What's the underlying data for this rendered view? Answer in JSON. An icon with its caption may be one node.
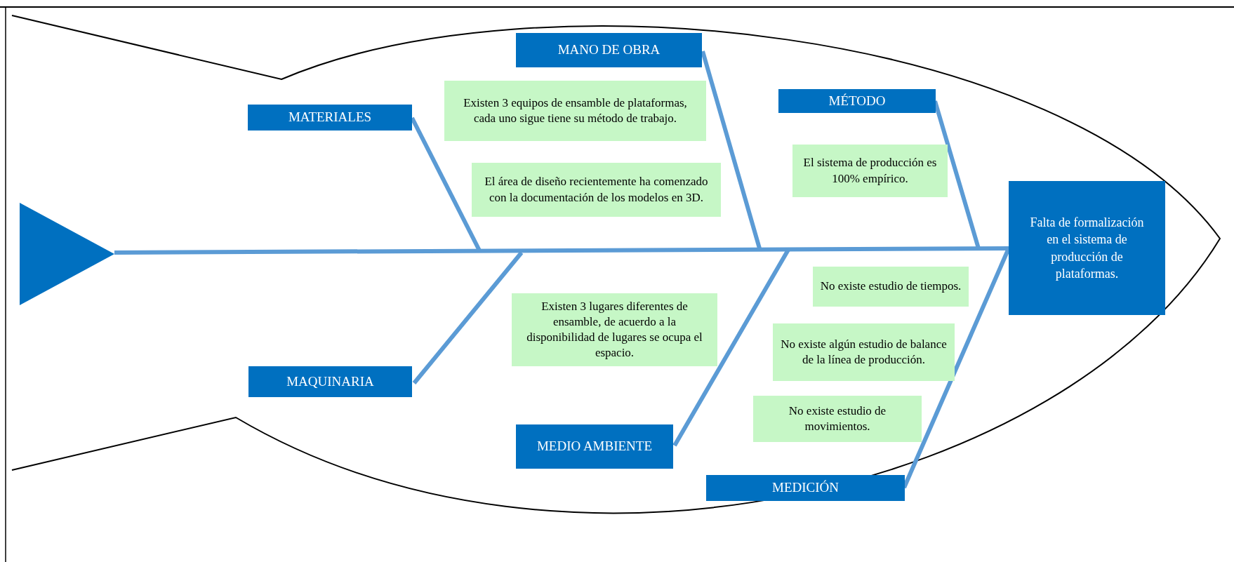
{
  "diagram": {
    "nodes": [
      {
        "text": [
          "MATERIALES"
        ]
      },
      {
        "text": [
          "MANO DE OBRA"
        ]
      },
      {
        "text": [
          "MÉTODO"
        ]
      },
      {
        "text": [
          "MAQUINARIA"
        ]
      },
      {
        "text": [
          "MEDIO AMBIENTE"
        ]
      },
      {
        "text": [
          "MEDICIÓN"
        ]
      },
      {
        "text": [
          "Falta de formalización en el sistema de producción de plataformas."
        ]
      },
      {
        "text": [
          "Existen 3 equipos de ensamble de plataformas, cada uno sigue tiene su método de trabajo."
        ]
      },
      {
        "text": [
          "El área de diseño recientemente ha comenzado con la documentación de los modelos en 3D."
        ]
      },
      {
        "text": [
          "El sistema de producción es 100% empírico."
        ]
      },
      {
        "text": [
          "Existen 3 lugares diferentes de ensamble, de acuerdo a la disponibilidad de lugares se ocupa el espacio."
        ]
      },
      {
        "text": [
          "No existe estudio de tiempos."
        ]
      },
      {
        "text": [
          "No existe algún estudio de balance de la línea de producción."
        ]
      },
      {
        "text": [
          "No existe estudio de movimientos."
        ]
      },
      {
        "text": [],
        "shape": "triangle"
      }
    ],
    "edges": [
      {
        "from": 14,
        "to": 6,
        "arrow": "none"
      },
      {
        "from": 0,
        "to": null,
        "arrow": "none"
      },
      {
        "from": 1,
        "to": null,
        "arrow": "none"
      },
      {
        "from": 2,
        "to": null,
        "arrow": "none"
      },
      {
        "from": 3,
        "to": null,
        "arrow": "none"
      },
      {
        "from": 4,
        "to": null,
        "arrow": "none"
      },
      {
        "from": 5,
        "to": 6,
        "arrow": "none"
      }
    ]
  }
}
